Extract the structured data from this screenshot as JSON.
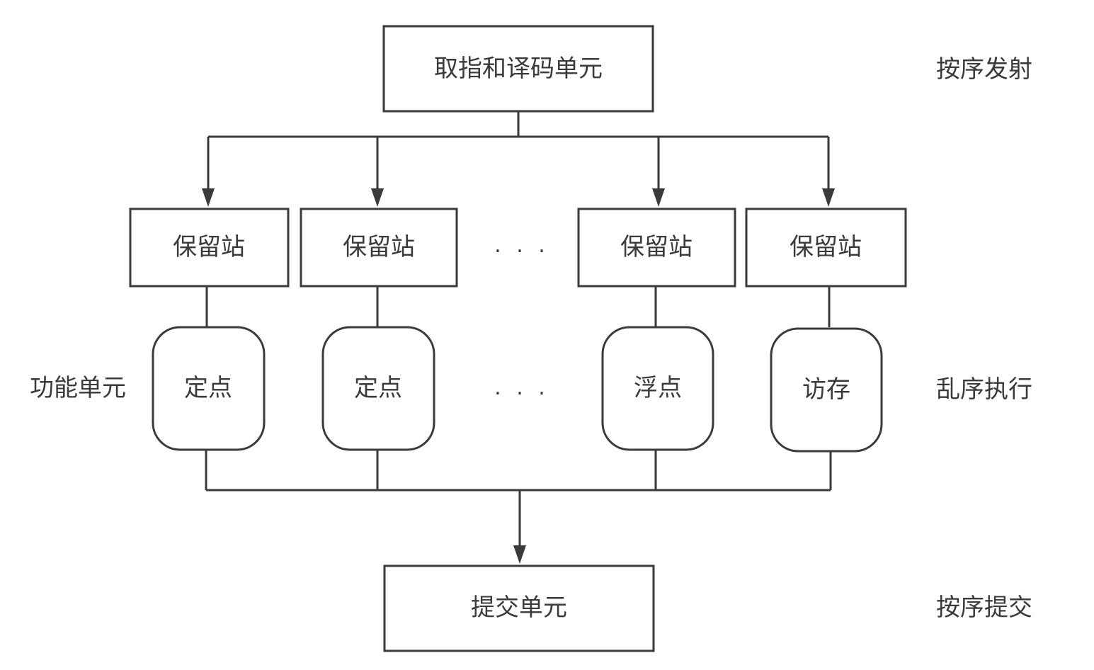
{
  "fetch_decode_unit": "取指和译码单元",
  "commit_unit": "提交单元",
  "side_labels": {
    "issue": "按序发射",
    "execute": "乱序执行",
    "commit": "按序提交",
    "functional_units": "功能单元"
  },
  "reservation_stations": [
    {
      "label": "保留站"
    },
    {
      "label": "保留站"
    },
    {
      "label": "保留站"
    },
    {
      "label": "保留站"
    }
  ],
  "functional_units": [
    {
      "label": "定点"
    },
    {
      "label": "定点"
    },
    {
      "label": "浮点"
    },
    {
      "label": "访存"
    }
  ],
  "ellipsis": "· · ·"
}
